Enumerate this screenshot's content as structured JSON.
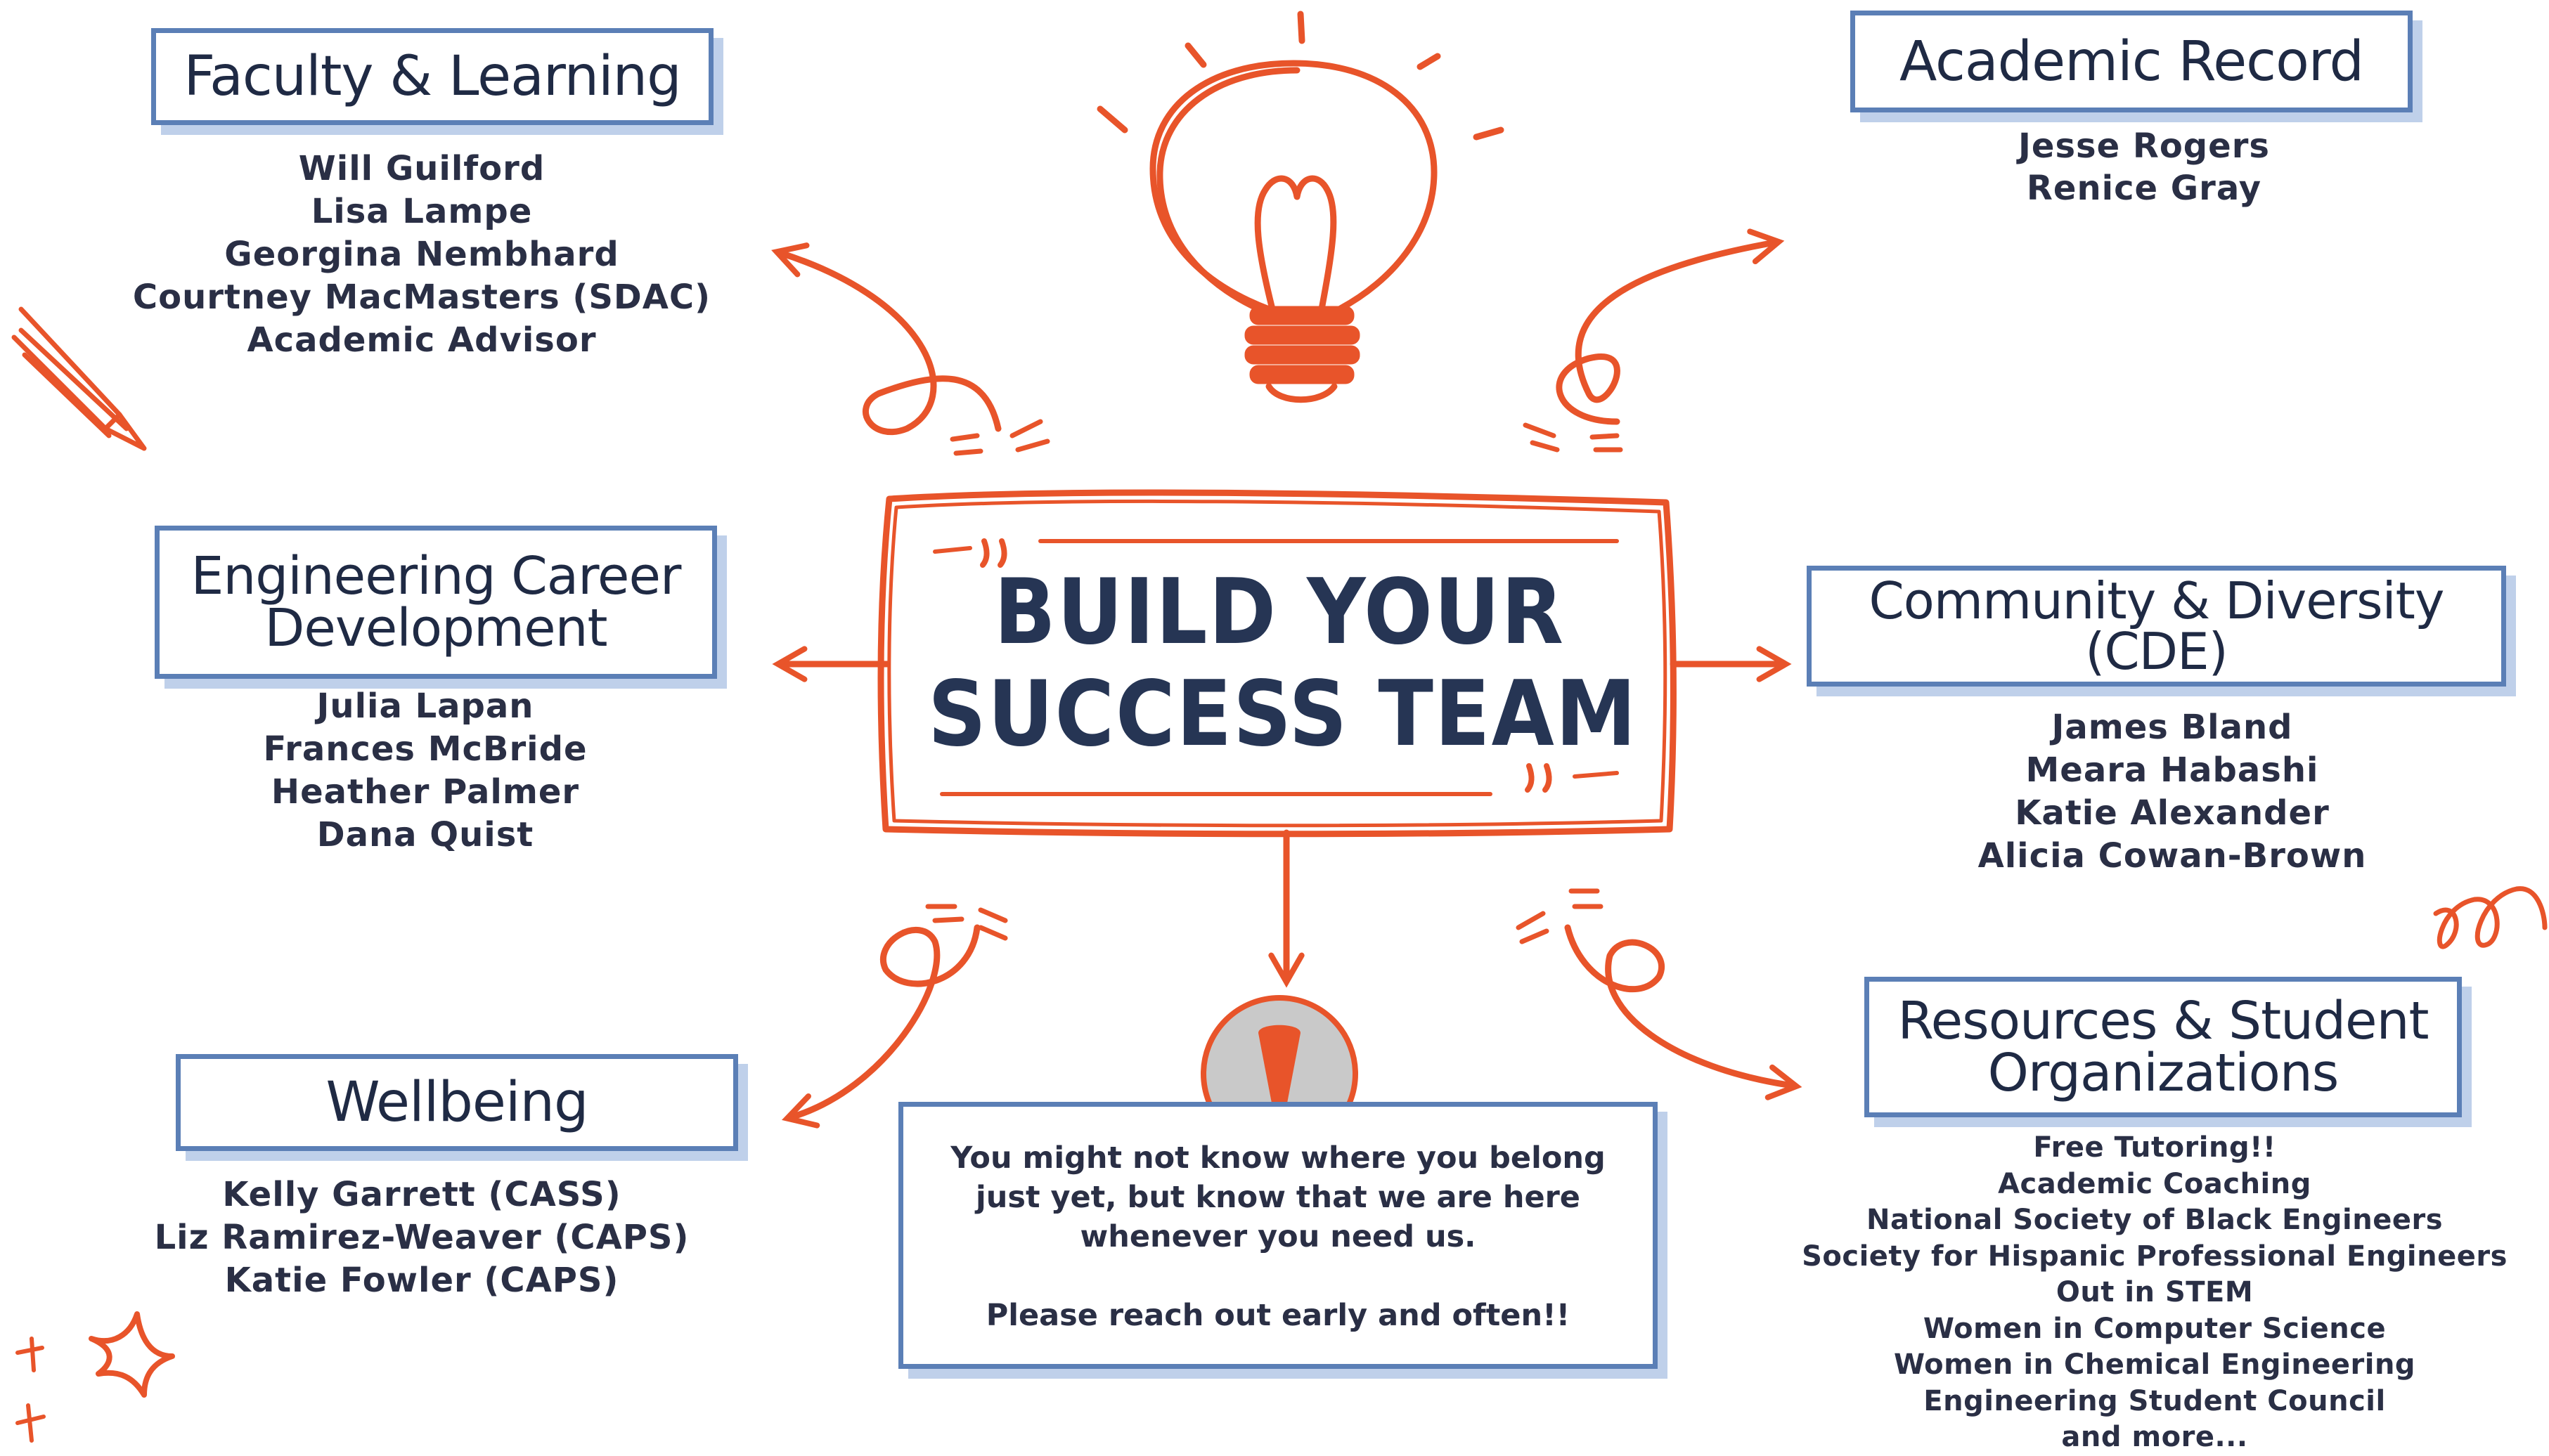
{
  "center": {
    "line1": "BUILD YOUR",
    "line2": "SUCCESS TEAM"
  },
  "faculty": {
    "title": "Faculty & Learning",
    "members": [
      "Will Guilford",
      "Lisa Lampe",
      "Georgina Nembhard",
      "Courtney MacMasters (SDAC)",
      "Academic Advisor"
    ]
  },
  "academic_record": {
    "title": "Academic Record",
    "members": [
      "Jesse Rogers",
      "Renice Gray"
    ]
  },
  "career": {
    "title_line1": "Engineering Career",
    "title_line2": "Development",
    "members": [
      "Julia Lapan",
      "Frances McBride",
      "Heather Palmer",
      "Dana Quist"
    ]
  },
  "community": {
    "title_line1": "Community & Diversity",
    "title_line2": "(CDE)",
    "members": [
      "James Bland",
      "Meara Habashi",
      "Katie Alexander",
      "Alicia Cowan-Brown"
    ]
  },
  "wellbeing": {
    "title": "Wellbeing",
    "members": [
      "Kelly Garrett (CASS)",
      "Liz Ramirez-Weaver (CAPS)",
      "Katie Fowler (CAPS)"
    ]
  },
  "resources": {
    "title_line1": "Resources & Student",
    "title_line2": "Organizations",
    "members": [
      "Free Tutoring!!",
      "Academic Coaching",
      "National Society of Black Engineers",
      "Society for Hispanic Professional Engineers",
      "Out in STEM",
      "Women in Computer Science",
      "Women in Chemical Engineering",
      "Engineering Student Council",
      "and more..."
    ]
  },
  "note": {
    "line1": "You might not know where you belong",
    "line2": "just yet, but know that we are here",
    "line3": "whenever you need us.",
    "line4": "Please reach out early and often!!"
  },
  "colors": {
    "accent": "#e8542a",
    "box_border": "#5b7fb6",
    "box_shadow": "#bfd0ea",
    "text": "#1f2a44"
  },
  "icons": [
    "lightbulb-icon",
    "pencil-icon",
    "exclamation-icon",
    "sparkle-icon",
    "swirl-decoration"
  ]
}
